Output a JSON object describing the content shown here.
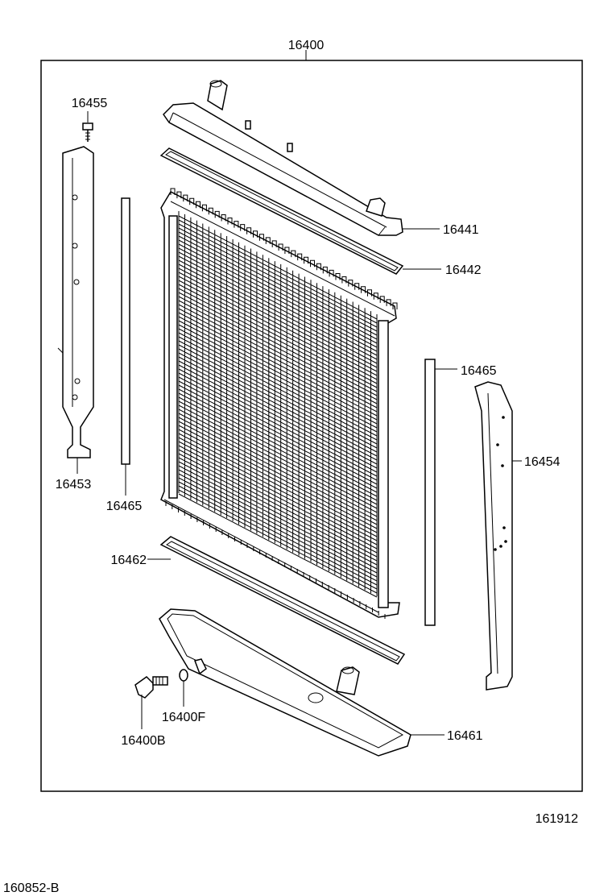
{
  "labels": {
    "assembly": "16400",
    "bolt": "16455",
    "upper_tank": "16441",
    "upper_gasket": "16442",
    "right_seal": "16465",
    "left_seal": "16465",
    "left_support": "16453",
    "right_support": "16454",
    "lower_gasket": "16462",
    "lower_tank": "16461",
    "oring": "16400F",
    "drain_cock": "16400B"
  },
  "footer": {
    "ref_code": "161912",
    "doc_code": "160852-B"
  }
}
